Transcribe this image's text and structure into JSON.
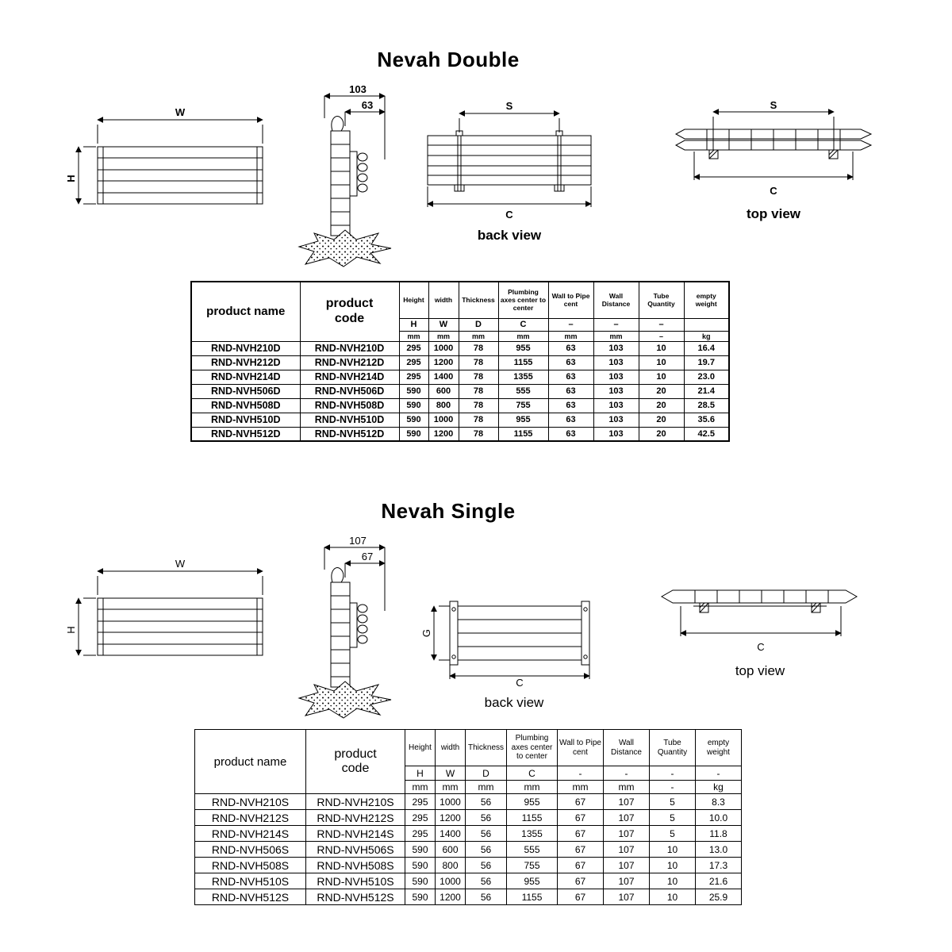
{
  "sections": [
    {
      "title": "Nevah Double",
      "drawings": {
        "front": {
          "width_label": "W",
          "height_label": "H"
        },
        "side": {
          "wall_distance": "103",
          "wall_to_pipe": "63"
        },
        "back": {
          "span_label": "S",
          "axes_label": "C",
          "caption": "back view"
        },
        "top": {
          "span_label": "S",
          "axes_label": "C",
          "caption": "top view"
        }
      },
      "table": {
        "col_headers": [
          "product name",
          "product\ncode",
          "Height",
          "width",
          "Thickness",
          "Plumbing axes center to center",
          "Wall to Pipe cent",
          "Wall Distance",
          "Tube Quantity",
          "empty weight"
        ],
        "symbol_row": [
          "H",
          "W",
          "D",
          "C",
          "–",
          "–",
          "–",
          ""
        ],
        "unit_row": [
          "mm",
          "mm",
          "mm",
          "mm",
          "mm",
          "mm",
          "–",
          "kg"
        ],
        "rows": [
          [
            "RND-NVH210D",
            "RND-NVH210D",
            "295",
            "1000",
            "78",
            "955",
            "63",
            "103",
            "10",
            "16.4"
          ],
          [
            "RND-NVH212D",
            "RND-NVH212D",
            "295",
            "1200",
            "78",
            "1155",
            "63",
            "103",
            "10",
            "19.7"
          ],
          [
            "RND-NVH214D",
            "RND-NVH214D",
            "295",
            "1400",
            "78",
            "1355",
            "63",
            "103",
            "10",
            "23.0"
          ],
          [
            "RND-NVH506D",
            "RND-NVH506D",
            "590",
            "600",
            "78",
            "555",
            "63",
            "103",
            "20",
            "21.4"
          ],
          [
            "RND-NVH508D",
            "RND-NVH508D",
            "590",
            "800",
            "78",
            "755",
            "63",
            "103",
            "20",
            "28.5"
          ],
          [
            "RND-NVH510D",
            "RND-NVH510D",
            "590",
            "1000",
            "78",
            "955",
            "63",
            "103",
            "20",
            "35.6"
          ],
          [
            "RND-NVH512D",
            "RND-NVH512D",
            "590",
            "1200",
            "78",
            "1155",
            "63",
            "103",
            "20",
            "42.5"
          ]
        ]
      }
    },
    {
      "title": "Nevah Single",
      "drawings": {
        "front": {
          "width_label": "W",
          "height_label": "H"
        },
        "side": {
          "wall_distance": "107",
          "wall_to_pipe": "67"
        },
        "back": {
          "height_label": "G",
          "axes_label": "C",
          "caption": "back view"
        },
        "top": {
          "axes_label": "C",
          "caption": "top view"
        }
      },
      "table": {
        "col_headers": [
          "product name",
          "product\ncode",
          "Height",
          "width",
          "Thickness",
          "Plumbing axes center to center",
          "Wall to Pipe cent",
          "Wall Distance",
          "Tube Quantity",
          "empty weight"
        ],
        "symbol_row": [
          "H",
          "W",
          "D",
          "C",
          "-",
          "-",
          "-",
          "-"
        ],
        "unit_row": [
          "mm",
          "mm",
          "mm",
          "mm",
          "mm",
          "mm",
          "-",
          "kg"
        ],
        "rows": [
          [
            "RND-NVH210S",
            "RND-NVH210S",
            "295",
            "1000",
            "56",
            "955",
            "67",
            "107",
            "5",
            "8.3"
          ],
          [
            "RND-NVH212S",
            "RND-NVH212S",
            "295",
            "1200",
            "56",
            "1155",
            "67",
            "107",
            "5",
            "10.0"
          ],
          [
            "RND-NVH214S",
            "RND-NVH214S",
            "295",
            "1400",
            "56",
            "1355",
            "67",
            "107",
            "5",
            "11.8"
          ],
          [
            "RND-NVH506S",
            "RND-NVH506S",
            "590",
            "600",
            "56",
            "555",
            "67",
            "107",
            "10",
            "13.0"
          ],
          [
            "RND-NVH508S",
            "RND-NVH508S",
            "590",
            "800",
            "56",
            "755",
            "67",
            "107",
            "10",
            "17.3"
          ],
          [
            "RND-NVH510S",
            "RND-NVH510S",
            "590",
            "1000",
            "56",
            "955",
            "67",
            "107",
            "10",
            "21.6"
          ],
          [
            "RND-NVH512S",
            "RND-NVH512S",
            "590",
            "1200",
            "56",
            "1155",
            "67",
            "107",
            "10",
            "25.9"
          ]
        ]
      }
    }
  ]
}
